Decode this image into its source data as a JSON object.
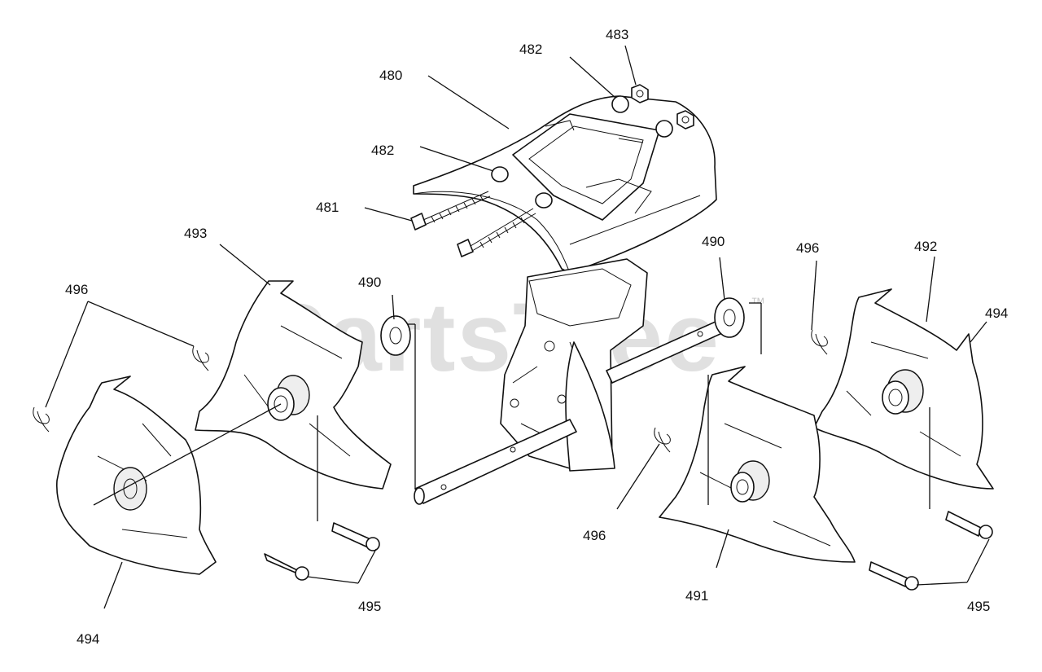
{
  "watermark": {
    "text": "PartsTree",
    "trademark": "™"
  },
  "callouts": {
    "c480": "480",
    "c481": "481",
    "c482_top": "482",
    "c482_mid": "482",
    "c483": "483",
    "c490_left": "490",
    "c490_right": "490",
    "c491": "491",
    "c492": "492",
    "c493": "493",
    "c494_left": "494",
    "c494_right": "494",
    "c495_left": "495",
    "c495_right": "495",
    "c496_left": "496",
    "c496_mid": "496",
    "c496_right": "496"
  }
}
